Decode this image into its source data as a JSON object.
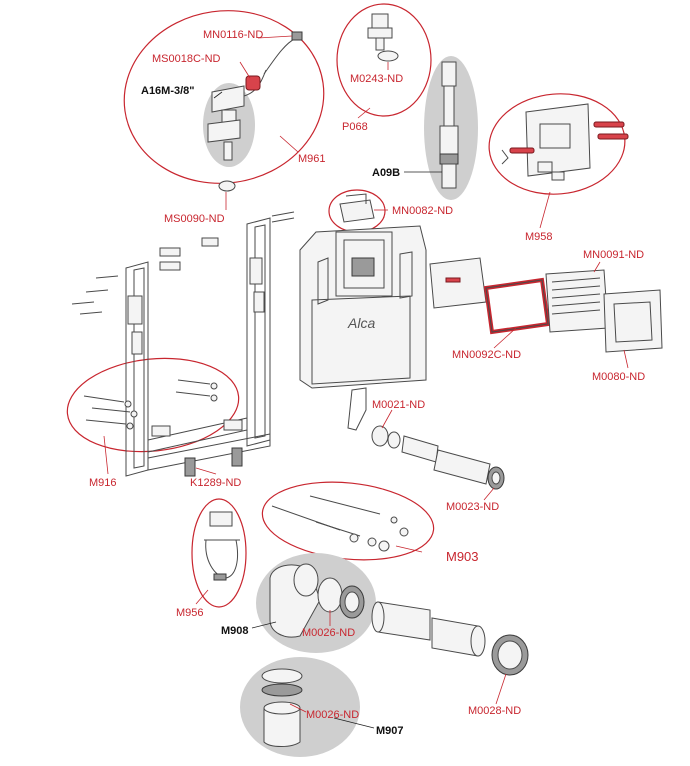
{
  "labels": {
    "MN0116": "MN0116-ND",
    "MS0018C": "MS0018C-ND",
    "A16M": "A16M-3/8\"",
    "M961": "M961",
    "M0243": "M0243-ND",
    "P068": "P068",
    "A09B": "A09B",
    "MS0090": "MS0090-ND",
    "MN0082": "MN0082-ND",
    "M958": "M958",
    "MN0091": "MN0091-ND",
    "MN0092C": "MN0092C-ND",
    "M0080": "M0080-ND",
    "M0021": "M0021-ND",
    "M916": "M916",
    "K1289": "K1289-ND",
    "M0023": "M0023-ND",
    "M903": "M903",
    "M956": "M956",
    "M908": "M908",
    "M0026a": "M0026-ND",
    "M0028": "M0028-ND",
    "M0026b": "M0026-ND",
    "M907": "M907"
  },
  "logo": "Alca",
  "colors": {
    "label_red": "#c8262f",
    "label_black": "#111111",
    "highlight_gray": "#cfcfcf",
    "red_part": "#d8434b"
  }
}
